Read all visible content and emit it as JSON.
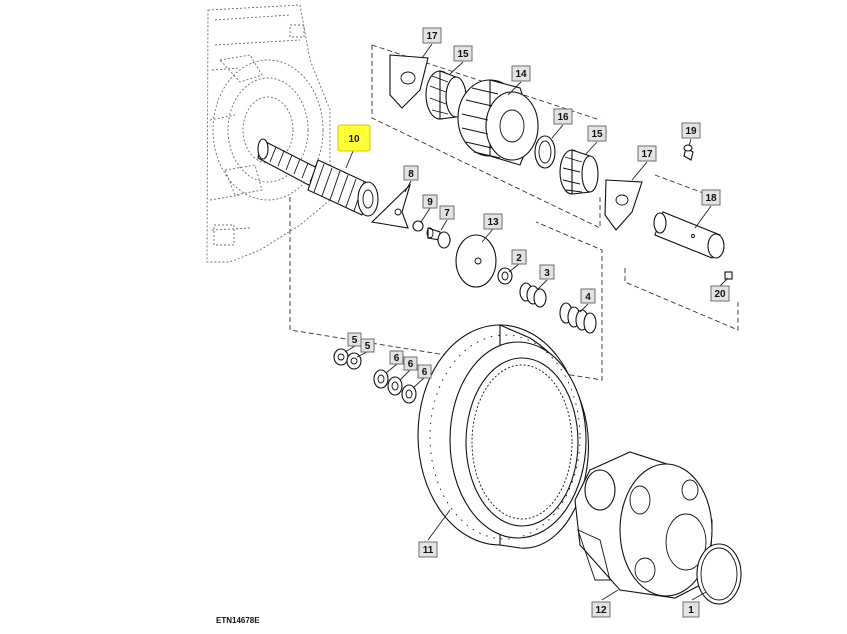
{
  "diagram": {
    "reference_code": "ETN14678E",
    "highlight_color": "#ffff33",
    "callouts": [
      {
        "id": "c10",
        "label": "10",
        "highlighted": true
      },
      {
        "id": "c17a",
        "label": "17"
      },
      {
        "id": "c15a",
        "label": "15"
      },
      {
        "id": "c14",
        "label": "14"
      },
      {
        "id": "c16",
        "label": "16"
      },
      {
        "id": "c15b",
        "label": "15"
      },
      {
        "id": "c17b",
        "label": "17"
      },
      {
        "id": "c19",
        "label": "19"
      },
      {
        "id": "c18",
        "label": "18"
      },
      {
        "id": "c20",
        "label": "20"
      },
      {
        "id": "c8",
        "label": "8"
      },
      {
        "id": "c9",
        "label": "9"
      },
      {
        "id": "c7",
        "label": "7"
      },
      {
        "id": "c13",
        "label": "13"
      },
      {
        "id": "c2",
        "label": "2"
      },
      {
        "id": "c3",
        "label": "3"
      },
      {
        "id": "c4",
        "label": "4"
      },
      {
        "id": "c5a",
        "label": "5"
      },
      {
        "id": "c5b",
        "label": "5"
      },
      {
        "id": "c6a",
        "label": "6"
      },
      {
        "id": "c6b",
        "label": "6"
      },
      {
        "id": "c6c",
        "label": "6"
      },
      {
        "id": "c11",
        "label": "11"
      },
      {
        "id": "c12",
        "label": "12"
      },
      {
        "id": "c1",
        "label": "1"
      }
    ]
  }
}
